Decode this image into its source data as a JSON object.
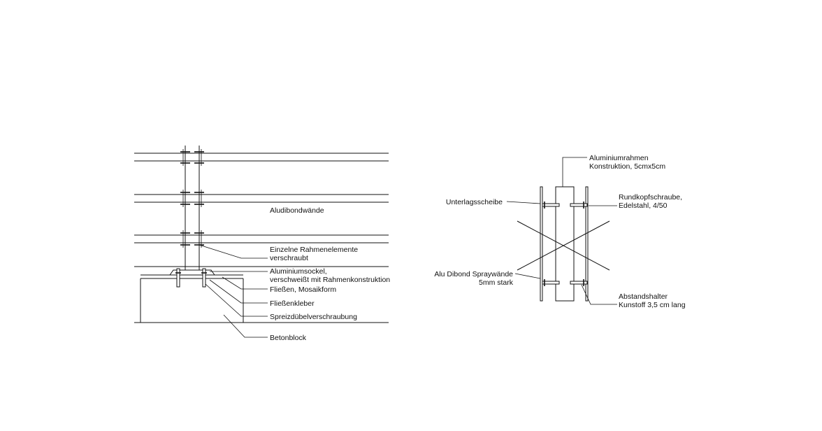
{
  "left_detail": {
    "labels": {
      "aludibond": "Aludibondwände",
      "rahmen_1": "Einzelne Rahmenelemente",
      "rahmen_2": "verschraubt",
      "sockel_1": "Aluminiumsockel,",
      "sockel_2": "verschweißt mit Rahmenkonstruktion",
      "fliessen": "Fließen, Mosaikform",
      "kleber": "Fließenkleber",
      "duebel": "Spreizdübelverschraubung",
      "beton": "Betonblock"
    }
  },
  "right_detail": {
    "labels": {
      "alurahmen_1": "Aluminiumrahmen",
      "alurahmen_2": "Konstruktion, 5cmx5cm",
      "unterlag": "Unterlagsscheibe",
      "rundkopf_1": "Rundkopfschraube,",
      "rundkopf_2": "Edelstahl, 4/50",
      "dibond_1": "Alu Dibond Spraywände",
      "dibond_2": "5mm stark",
      "abstand_1": "Abstandshalter",
      "abstand_2": "Kunstoff 3,5 cm lang"
    }
  }
}
